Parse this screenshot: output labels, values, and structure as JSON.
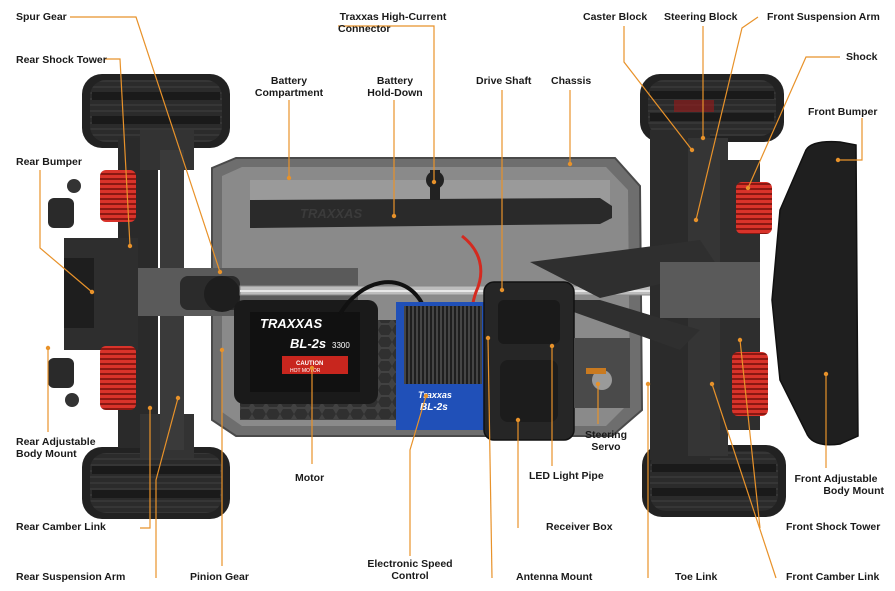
{
  "colors": {
    "leader": "#e8922a",
    "spring": "#c8261e",
    "chassis": "#7a7a7a",
    "plastic": "#2a2a2a",
    "esc": "#2050b8"
  },
  "product_marks": {
    "motor_brand": "TRAXXAS",
    "motor_model": "BL-2s",
    "motor_caution": "CAUTION",
    "motor_sub": "HOT MOTOR",
    "motor_kv": "3300",
    "esc_brand": "Traxxas",
    "esc_model": "BL-2s",
    "chassis_brand": "TRAXXAS"
  },
  "labels": {
    "spur_gear": "Spur Gear",
    "traxxas_connector": [
      "Traxxas High-Current",
      "Connector"
    ],
    "caster_block": "Caster Block",
    "steering_block": "Steering Block",
    "front_suspension_arm": "Front Suspension Arm",
    "rear_shock_tower": "Rear Shock Tower",
    "shock": "Shock",
    "battery_compartment": [
      "Battery",
      "Compartment"
    ],
    "battery_hold_down": [
      "Battery",
      "Hold-Down"
    ],
    "drive_shaft": "Drive Shaft",
    "chassis": "Chassis",
    "front_bumper": "Front Bumper",
    "rear_bumper": "Rear Bumper",
    "rear_adjustable_body_mount": [
      "Rear Adjustable",
      "Body Mount"
    ],
    "steering_servo": [
      "Steering",
      "Servo"
    ],
    "motor": "Motor",
    "led_light_pipe": "LED Light Pipe",
    "front_adjustable_body_mount": [
      "Front Adjustable",
      "Body Mount"
    ],
    "rear_camber_link": "Rear Camber Link",
    "receiver_box": "Receiver Box",
    "front_shock_tower": "Front Shock Tower",
    "rear_suspension_arm": "Rear Suspension Arm",
    "pinion_gear": "Pinion Gear",
    "electronic_speed_control": [
      "Electronic Speed",
      "Control"
    ],
    "antenna_mount": "Antenna Mount",
    "toe_link": "Toe Link",
    "front_camber_link": "Front Camber Link"
  }
}
